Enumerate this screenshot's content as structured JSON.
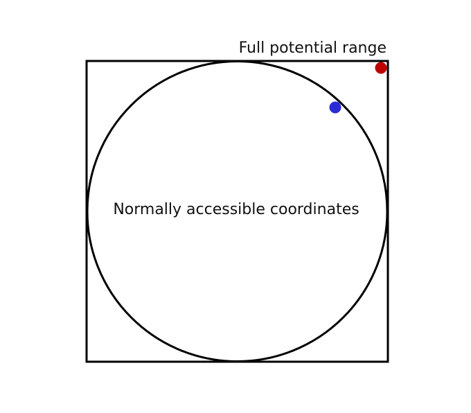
{
  "labels": {
    "square": "Full potential range",
    "circle": "Normally accessible coordinates"
  },
  "colors": {
    "outline": "#000000",
    "text": "#111111",
    "outer_point": "#c00000",
    "inner_point": "#2a2ad8",
    "background": "#ffffff"
  },
  "points": [
    {
      "id": "outer-point",
      "color_key": "outer_point",
      "x": 0.945,
      "y": 0.955,
      "note": "corner region outside circle"
    },
    {
      "id": "inner-point",
      "color_key": "inner_point",
      "x": 0.645,
      "y": 0.645,
      "note": "on circle edge"
    }
  ]
}
